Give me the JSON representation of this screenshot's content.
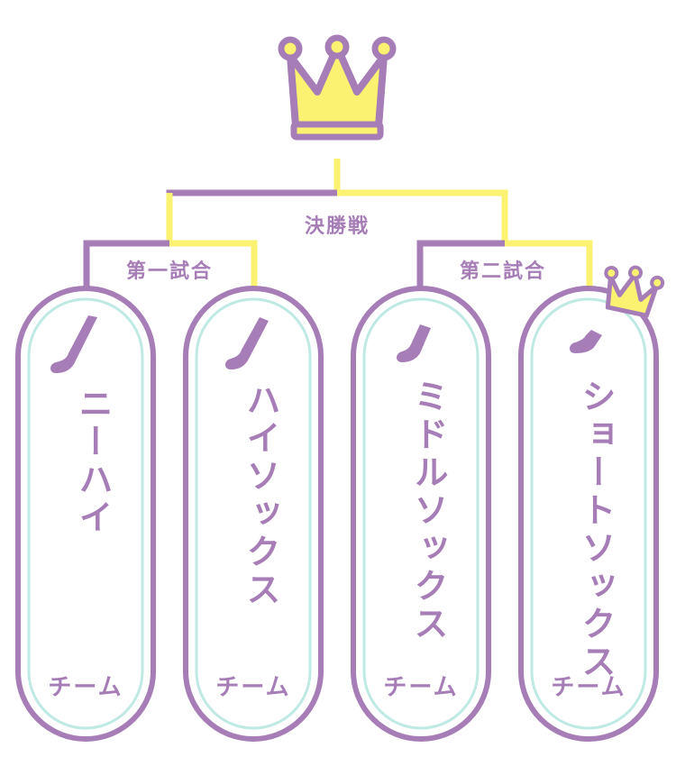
{
  "colors": {
    "purple": "#a67db6",
    "yellow": "#fbf271",
    "mint": "#bfe9e3"
  },
  "final": {
    "label": "決勝戦",
    "trophy_icon": "crown-icon"
  },
  "matches": [
    {
      "label": "第一試合"
    },
    {
      "label": "第二試合"
    }
  ],
  "teams": [
    {
      "name": "ニーハイ",
      "suffix": "チーム",
      "sock": "knee-high-sock-icon"
    },
    {
      "name": "ハイソックス",
      "suffix": "チーム",
      "sock": "high-sock-icon"
    },
    {
      "name": "ミドルソックス",
      "suffix": "チーム",
      "sock": "middle-sock-icon"
    },
    {
      "name": "ショートソックス",
      "suffix": "チーム",
      "sock": "short-sock-icon",
      "winner_icon": "small-crown-icon"
    }
  ]
}
